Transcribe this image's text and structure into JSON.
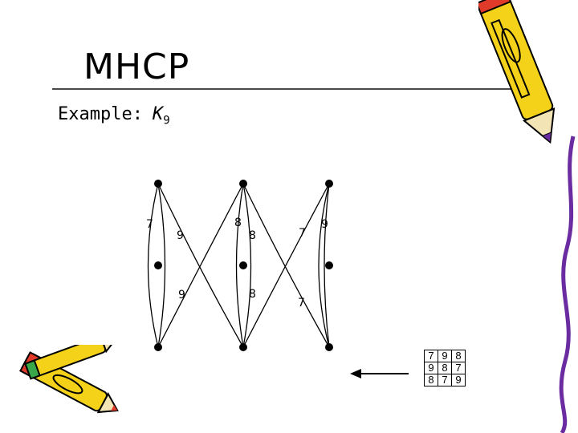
{
  "slide": {
    "title": "MHCP",
    "subtitle_prefix": "Example:",
    "subtitle_symbol": "K",
    "subtitle_subscript": "9"
  },
  "graph": {
    "vertices": [
      "t1",
      "t2",
      "t3",
      "m1",
      "m2",
      "m3",
      "b1",
      "b2",
      "b3"
    ],
    "weight_labels": [
      "7",
      "9",
      "8",
      "8",
      "7",
      "9",
      "9",
      "8",
      "7"
    ]
  },
  "matrix": {
    "rows": [
      [
        "7",
        "9",
        "8"
      ],
      [
        "9",
        "8",
        "7"
      ],
      [
        "8",
        "7",
        "9"
      ]
    ]
  },
  "colors": {
    "ink": "#000000",
    "pencil_yellow": "#f5d21a",
    "pencil_red": "#e03a2a",
    "pencil_green": "#3aa64a",
    "pencil_purple": "#6a2ca0"
  },
  "icons": [
    "pencil-icon",
    "pencils-clipart-icon",
    "arrow-left-icon"
  ]
}
